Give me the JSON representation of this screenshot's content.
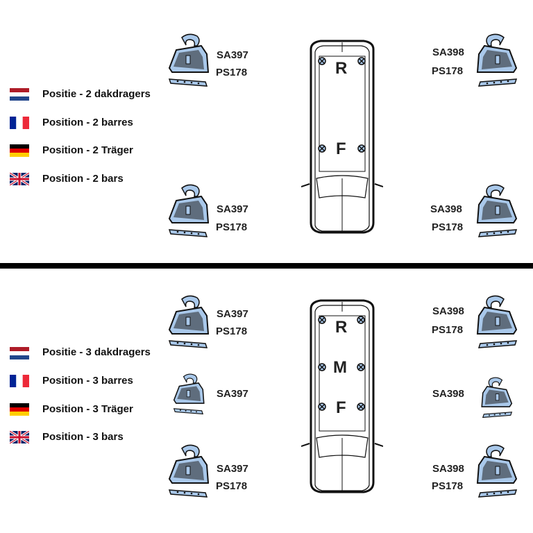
{
  "colors": {
    "accent": "#a9c8ea",
    "line": "#111111"
  },
  "top": {
    "legend": [
      "Positie - 2 dakdragers",
      "Position - 2 barres",
      "Position - 2 Träger",
      "Position - 2 bars"
    ],
    "left_front": {
      "foot": "SA397",
      "pad": "PS178"
    },
    "left_rear": {
      "foot": "SA397",
      "pad": "PS178"
    },
    "right_front": {
      "foot": "SA398",
      "pad": "PS178"
    },
    "right_rear": {
      "foot": "SA398",
      "pad": "PS178"
    },
    "positions": [
      "R",
      "F"
    ]
  },
  "bottom": {
    "legend": [
      "Positie - 3 dakdragers",
      "Position - 3 barres",
      "Position - 3 Träger",
      "Position - 3 bars"
    ],
    "left_1": {
      "foot": "SA397",
      "pad": "PS178"
    },
    "left_2": {
      "foot": "SA397"
    },
    "left_3": {
      "foot": "SA397",
      "pad": "PS178"
    },
    "right_1": {
      "foot": "SA398",
      "pad": "PS178"
    },
    "right_2": {
      "foot": "SA398"
    },
    "right_3": {
      "foot": "SA398",
      "pad": "PS178"
    },
    "positions": [
      "R",
      "M",
      "F"
    ]
  }
}
